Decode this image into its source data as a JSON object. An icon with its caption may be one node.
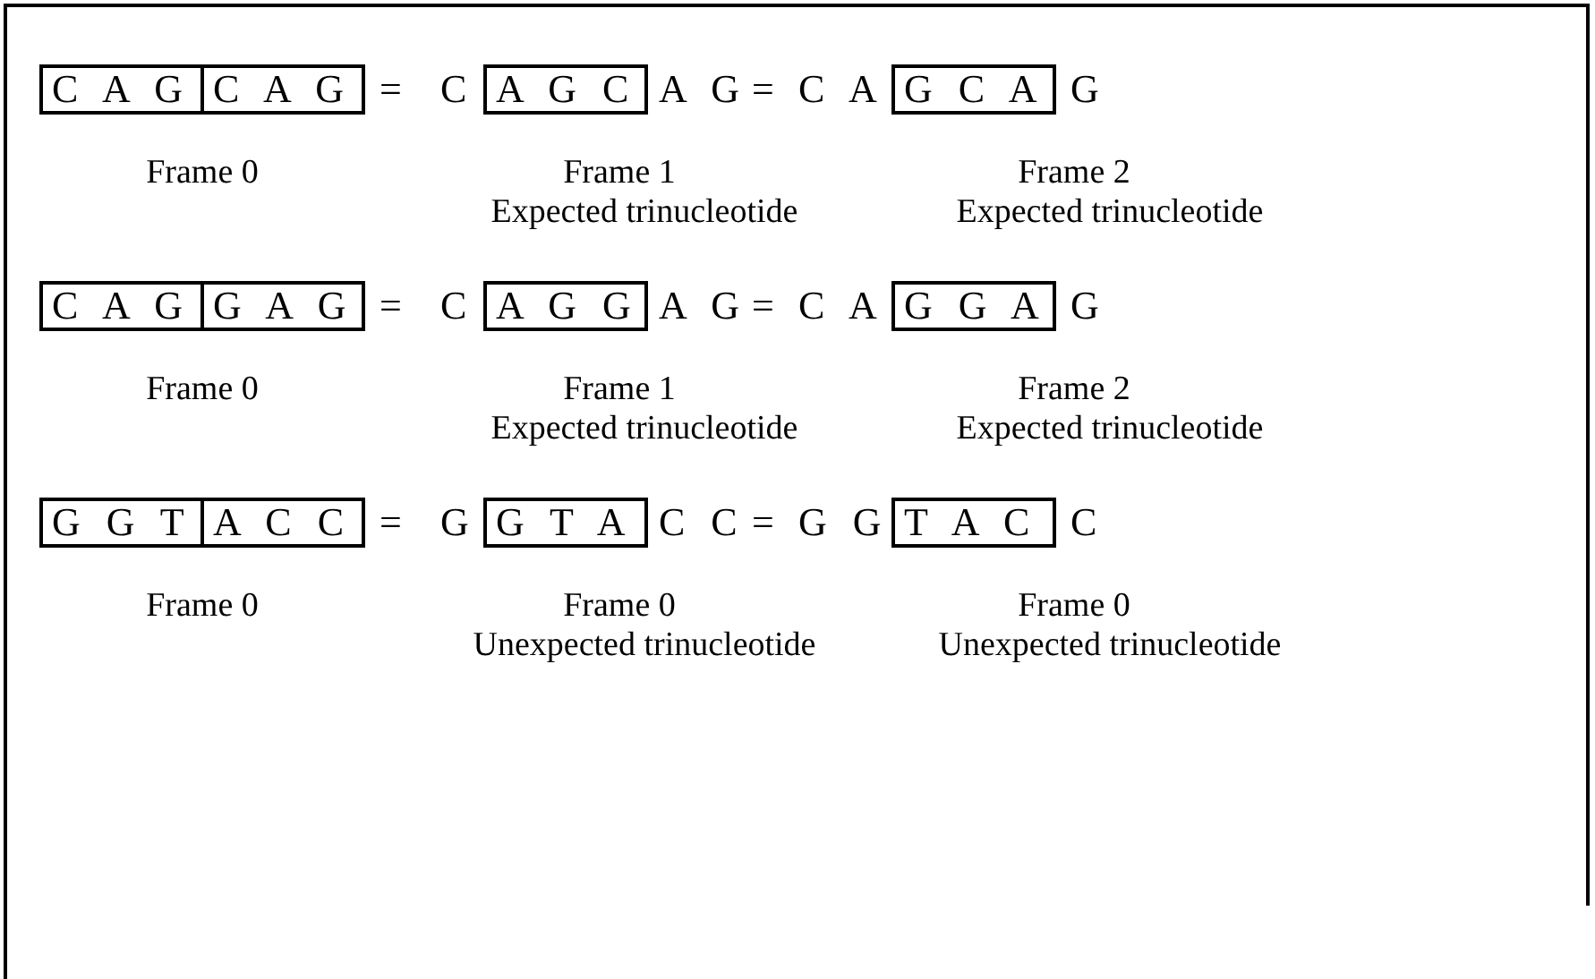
{
  "diagram": {
    "nodes": [
      {
        "text": [
          "C A G"
        ]
      },
      {
        "text": [
          "C A G"
        ]
      },
      {
        "text": [
          "A G C"
        ]
      },
      {
        "text": [
          "G C A"
        ]
      },
      {
        "text": [
          "C A G"
        ]
      },
      {
        "text": [
          "G A G"
        ]
      },
      {
        "text": [
          "A G G"
        ]
      },
      {
        "text": [
          "G G A"
        ]
      },
      {
        "text": [
          "G G T"
        ]
      },
      {
        "text": [
          "A C C"
        ]
      },
      {
        "text": [
          "G T A"
        ]
      },
      {
        "text": [
          "T A C"
        ]
      }
    ],
    "edges": [],
    "labels": [
      "=",
      "C",
      "A G",
      "=",
      "C A",
      "G",
      "Frame 0",
      "Frame 1",
      "Frame 2",
      "Expected trinucleotide",
      "Expected trinucleotide",
      "=",
      "C",
      "A G",
      "=",
      "C A",
      "G",
      "Frame 0",
      "Frame 1",
      "Frame 2",
      "Expected trinucleotide",
      "Expected trinucleotide",
      "=",
      "G",
      "C C",
      "=",
      "G G",
      "C",
      "Frame 0",
      "Frame 0",
      "Frame 0",
      "Unexpected trinucleotide",
      "Unexpected trinucleotide"
    ]
  }
}
